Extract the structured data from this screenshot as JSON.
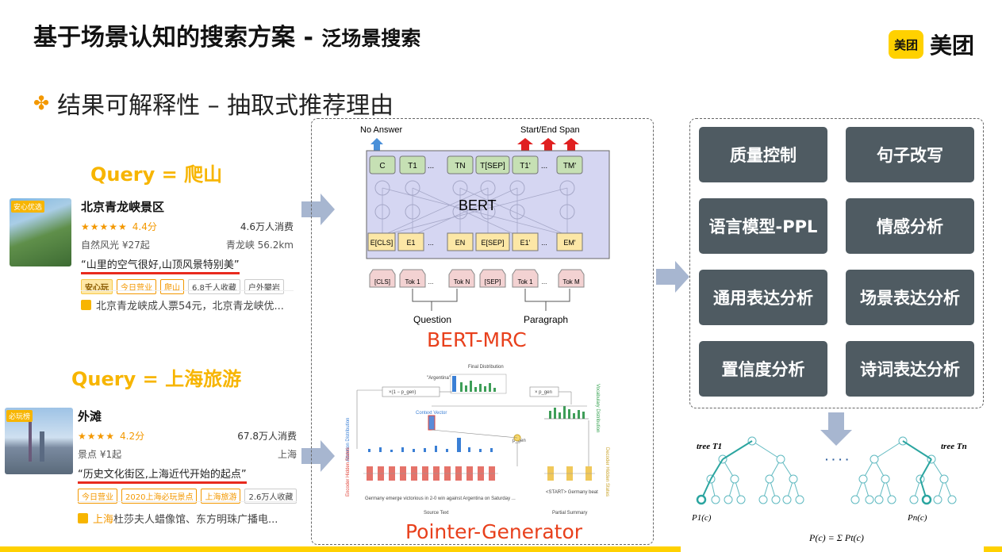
{
  "header": {
    "title_main": "基于场景认知的搜索方案 - ",
    "title_sub": "泛场景搜索",
    "logo_badge": "美团",
    "logo_text": "美团"
  },
  "bullet": "结果可解释性 – 抽取式推荐理由",
  "query1": "Query = 爬山",
  "query2": "Query = 上海旅游",
  "card1": {
    "badge": "安心优选",
    "name": "北京青龙峡景区",
    "stars": "★★★★★",
    "score": "4.4分",
    "consume": "4.6万人消费",
    "category": "自然风光 ¥27起",
    "location": "青龙峡 56.2km",
    "quote": "“山里的空气很好,山顶风景特别美”",
    "tags": [
      "安心玩",
      "今日营业",
      "爬山",
      "6.8千人收藏",
      "户外攀岩"
    ],
    "footer": "北京青龙峡成人票54元，北京青龙峡优..."
  },
  "card2": {
    "badge": "必玩榜",
    "name": "外滩",
    "stars": "★★★★",
    "score": "4.2分",
    "consume": "67.8万人消费",
    "category": "景点 ¥1起",
    "location": "上海",
    "quote": "“历史文化街区,上海近代开始的起点”",
    "tags": [
      "今日营业",
      "2020上海必玩景点",
      "上海旅游",
      "2.6万人收藏"
    ],
    "footer_hl": "上海",
    "footer": "杜莎夫人蜡像馆、东方明珠广播电..."
  },
  "bert": {
    "no_answer": "No Answer",
    "span": "Start/End Span",
    "top_tokens": [
      "C",
      "T1",
      "...",
      "TN",
      "T[SEP]",
      "T1'",
      "...",
      "TM'"
    ],
    "center": "BERT",
    "emb_tokens": [
      "E[CLS]",
      "E1",
      "...",
      "EN",
      "E[SEP]",
      "E1'",
      "...",
      "EM'"
    ],
    "in_tokens": [
      "[CLS]",
      "Tok 1",
      "...",
      "Tok N",
      "[SEP]",
      "Tok 1",
      "...",
      "Tok M"
    ],
    "question": "Question",
    "paragraph": "Paragraph",
    "caption": "BERT-MRC"
  },
  "pg": {
    "final_dist": "Final Distribution",
    "argentina": "\"Argentina\"",
    "one_minus_pgen": "×(1 − p_gen)",
    "times_pgen": "× p_gen",
    "context_vector": "Context Vector",
    "vocab_dist": "Vocabulary Distribution",
    "attention_dist": "Attention Distribution",
    "encoder_states": "Encoder Hidden States",
    "decoder_states": "Decoder Hidden States",
    "pgen": "p_gen",
    "source_text": "Source Text",
    "partial_summary": "Partial Summary",
    "src_words": "Germany emerge victorious in 2-0 win against Argentina on Saturday ...",
    "dec_words": "<START> Germany beat",
    "caption": "Pointer-Generator"
  },
  "buttons": [
    "质量控制",
    "句子改写",
    "语言模型-PPL",
    "情感分析",
    "通用表达分析",
    "场景表达分析",
    "置信度分析",
    "诗词表达分析"
  ],
  "tree": {
    "t1": "tree T1",
    "tn": "tree Tn",
    "dots": "· · · ·",
    "p1": "P1(c)",
    "pn": "Pn(c)",
    "formula": "P(c) = Σ Pt(c)"
  },
  "colors": {
    "accent_yellow": "#FFD100",
    "query": "#F7B500",
    "caption": "#E8401C",
    "button": "#4F5B62",
    "teal": "#2BA5A0"
  }
}
